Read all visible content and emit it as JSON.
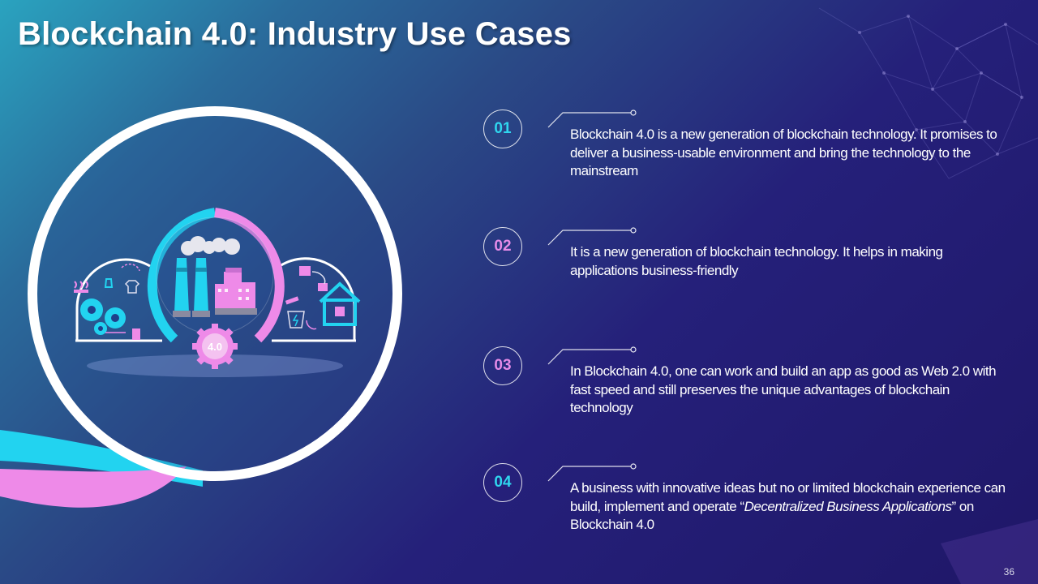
{
  "slide": {
    "title": "Blockchain 4.0: Industry Use Cases",
    "page_number": "36"
  },
  "illustration": {
    "badge": "4.0"
  },
  "items": [
    {
      "number": "01",
      "text": "Blockchain 4.0 is a new generation of blockchain technology. It promises to deliver a business-usable environment and bring the technology to the mainstream",
      "number_color": "#2fd6ee"
    },
    {
      "number": "02",
      "text": "It is a new generation of blockchain technology. It helps in making applications business-friendly",
      "number_color": "#e58be8"
    },
    {
      "number": "03",
      "text": "In Blockchain 4.0, one can work and build an app as good as Web 2.0 with  fast speed and still preserves the unique advantages of blockchain technology",
      "number_color": "#e58be8"
    },
    {
      "number": "04",
      "text_before": "A business with innovative ideas but no or limited blockchain experience can build, implement and operate “",
      "text_italic": "Decentralized Business Applications",
      "text_after": "” on Blockchain 4.0",
      "number_color": "#2fd6ee"
    }
  ],
  "colors": {
    "accent_cyan": "#22d3f0",
    "accent_pink": "#ee8ae8",
    "background_dark": "#1f1768"
  }
}
